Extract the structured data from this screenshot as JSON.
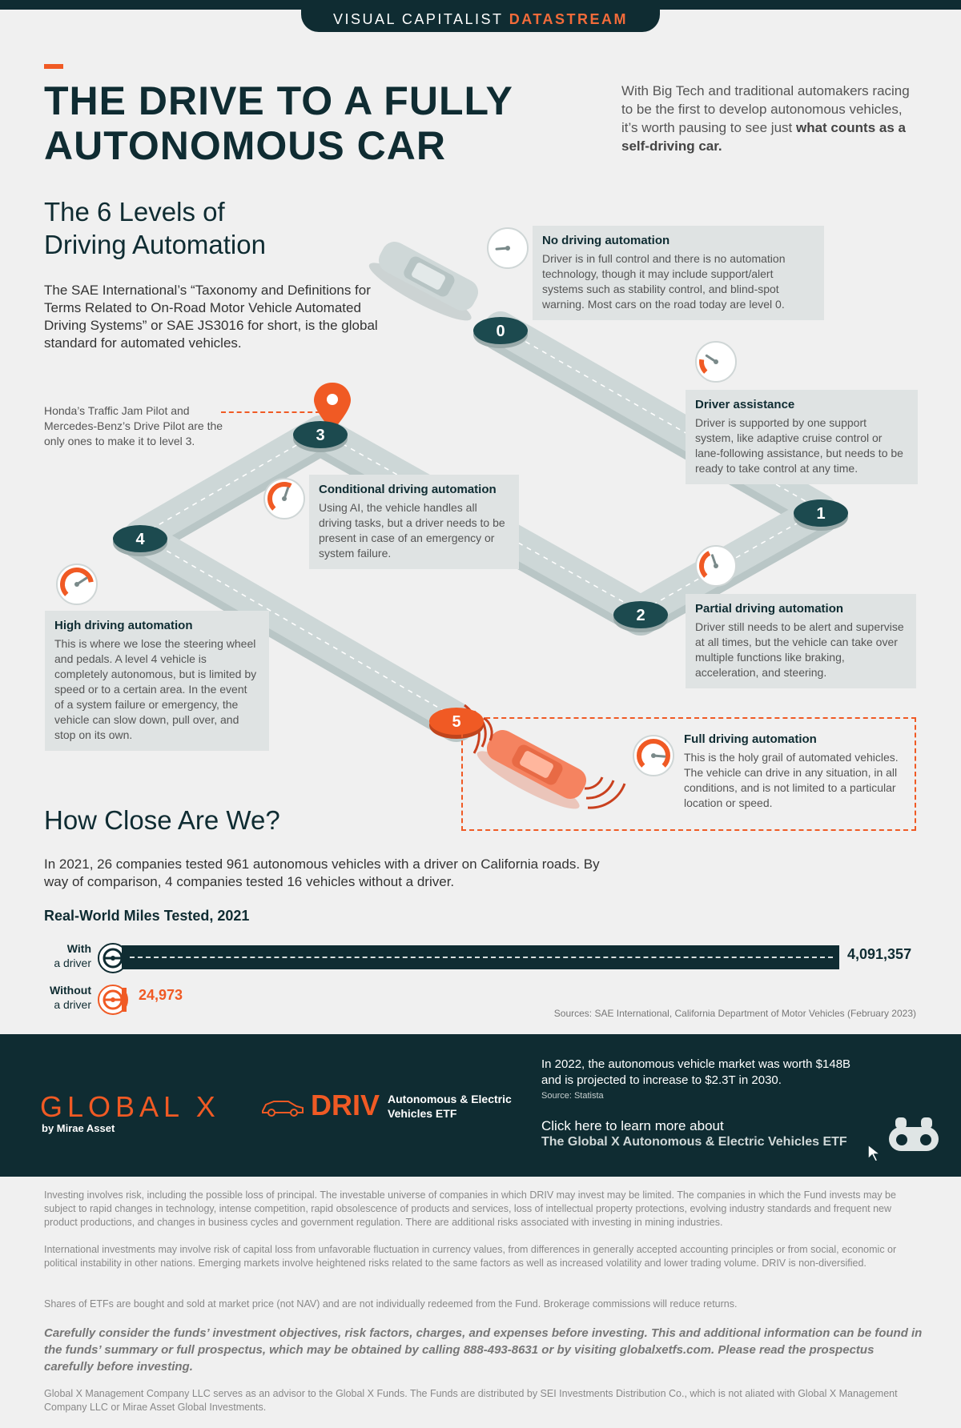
{
  "header": {
    "brand": "VISUAL CAPITALIST",
    "brand_accent": "DATASTREAM"
  },
  "title": {
    "line1": "THE DRIVE TO A FULLY",
    "line2": "AUTONOMOUS CAR"
  },
  "intro": {
    "text": "With Big Tech and traditional automakers racing to be the first to develop autonomous vehicles, it’s worth pausing to see just",
    "bold": "what counts as a self-driving car."
  },
  "levels_section": {
    "heading_line1": "The 6 Levels of",
    "heading_line2": "Driving Automation",
    "description": "The SAE International’s “Taxonomy and Definitions for Terms Related to On-Road Motor Vehicle Automated Driving Systems” or SAE JS3016 for short, is the global standard for automated vehicles.",
    "note": "Honda’s Traffic Jam Pilot and Mercedes-Benz’s Drive Pilot are the only ones to make it to level 3.",
    "levels": [
      {
        "number": "0",
        "title": "No driving automation",
        "desc": "Driver is in full control and there is no automation technology, though it may include support/alert systems such as stability control, and blind-spot warning. Most cars on the road today are level 0.",
        "gauge": 0.0
      },
      {
        "number": "1",
        "title": "Driver assistance",
        "desc": "Driver is supported by one support system, like adaptive cruise control or lane-following assistance, but needs to be ready to take control at any time.",
        "gauge": 0.2
      },
      {
        "number": "2",
        "title": "Partial driving automation",
        "desc": "Driver still needs to be alert and supervise at all times, but the vehicle can take over multiple functions like braking, acceleration, and steering.",
        "gauge": 0.4
      },
      {
        "number": "3",
        "title": "Conditional driving automation",
        "desc": "Using AI, the vehicle handles all driving tasks, but a driver needs to be present in case of an emergency or system failure.",
        "gauge": 0.6
      },
      {
        "number": "4",
        "title": "High driving automation",
        "desc": "This is where we lose the steering wheel and pedals. A level 4 vehicle is completely autonomous, but is limited by speed or to a certain area. In the event of a system failure or emergency, the vehicle can slow down, pull over, and stop on its own.",
        "gauge": 0.8
      },
      {
        "number": "5",
        "title": "Full driving automation",
        "desc": "This is the holy grail of automated vehicles. The vehicle can drive in any situation, in all conditions, and is not limited to a particular location or speed.",
        "gauge": 1.0
      }
    ]
  },
  "close_section": {
    "heading": "How Close Are We?",
    "text": "In 2021, 26 companies tested 961 autonomous vehicles with a driver on California roads. By way of comparison, 4 companies tested 16 vehicles without a driver."
  },
  "chart_data": {
    "type": "bar",
    "title": "Real-World Miles Tested, 2021",
    "categories": [
      "With a driver",
      "Without a driver"
    ],
    "values": [
      4091357,
      24973
    ],
    "value_labels": [
      "4,091,357",
      "24,973"
    ],
    "label_lines": [
      [
        "With",
        "a driver"
      ],
      [
        "Without",
        "a driver"
      ]
    ],
    "colors": [
      "#0f2c32",
      "#f05a24"
    ],
    "orientation": "horizontal"
  },
  "sources": "Sources: SAE International, California Department of Motor Vehicles (February 2023)",
  "footer": {
    "brand": "GLOBAL X",
    "brand_sub": "by Mirae Asset",
    "etf_ticker": "DRIV",
    "etf_name": "Autonomous & Electric Vehicles ETF",
    "market_text": "In 2022, the autonomous vehicle market was worth $148B and is projected to increase to $2.3T in 2030.",
    "market_source": "Source: Statista",
    "cta_line1": "Click here to learn more about",
    "cta_line2": "The Global X Autonomous & Electric Vehicles ETF"
  },
  "disclaimers": {
    "p1": "Investing involves risk, including the possible loss of principal. The investable universe of companies in which DRIV may invest may be limited. The companies in which the Fund invests may be subject to rapid changes in technology, intense competition, rapid obsolescence of products and services, loss of intellectual property protections, evolving industry standards and frequent new product productions, and changes in business cycles and government regulation. There are additional risks associated with investing in mining industries.",
    "p2": "International investments may involve risk of capital loss from unfavorable fluctuation in currency values, from differences in generally accepted accounting principles or from social, economic or political instability in other nations. Emerging markets involve heightened risks related to the same factors as well as increased volatility and lower trading volume. DRIV is non-diversified.",
    "p3": "Shares of ETFs are bought and sold at market price (not NAV) and are not individually redeemed from the Fund. Brokerage commissions will reduce returns.",
    "p4": "Carefully consider the funds’ investment objectives, risk factors, charges, and expenses before investing. This and additional information can be found in the funds’ summary or full prospectus, which may be obtained by calling 888-493-8631 or by visiting globalxetfs.com. Please read the prospectus carefully before investing.",
    "p5": "Global X Management Company LLC serves as an advisor to the Global X Funds. The Funds are distributed by SEI Investments Distribution Co., which is not aliated with Global X Management Company LLC or Mirae Asset Global Investments."
  }
}
